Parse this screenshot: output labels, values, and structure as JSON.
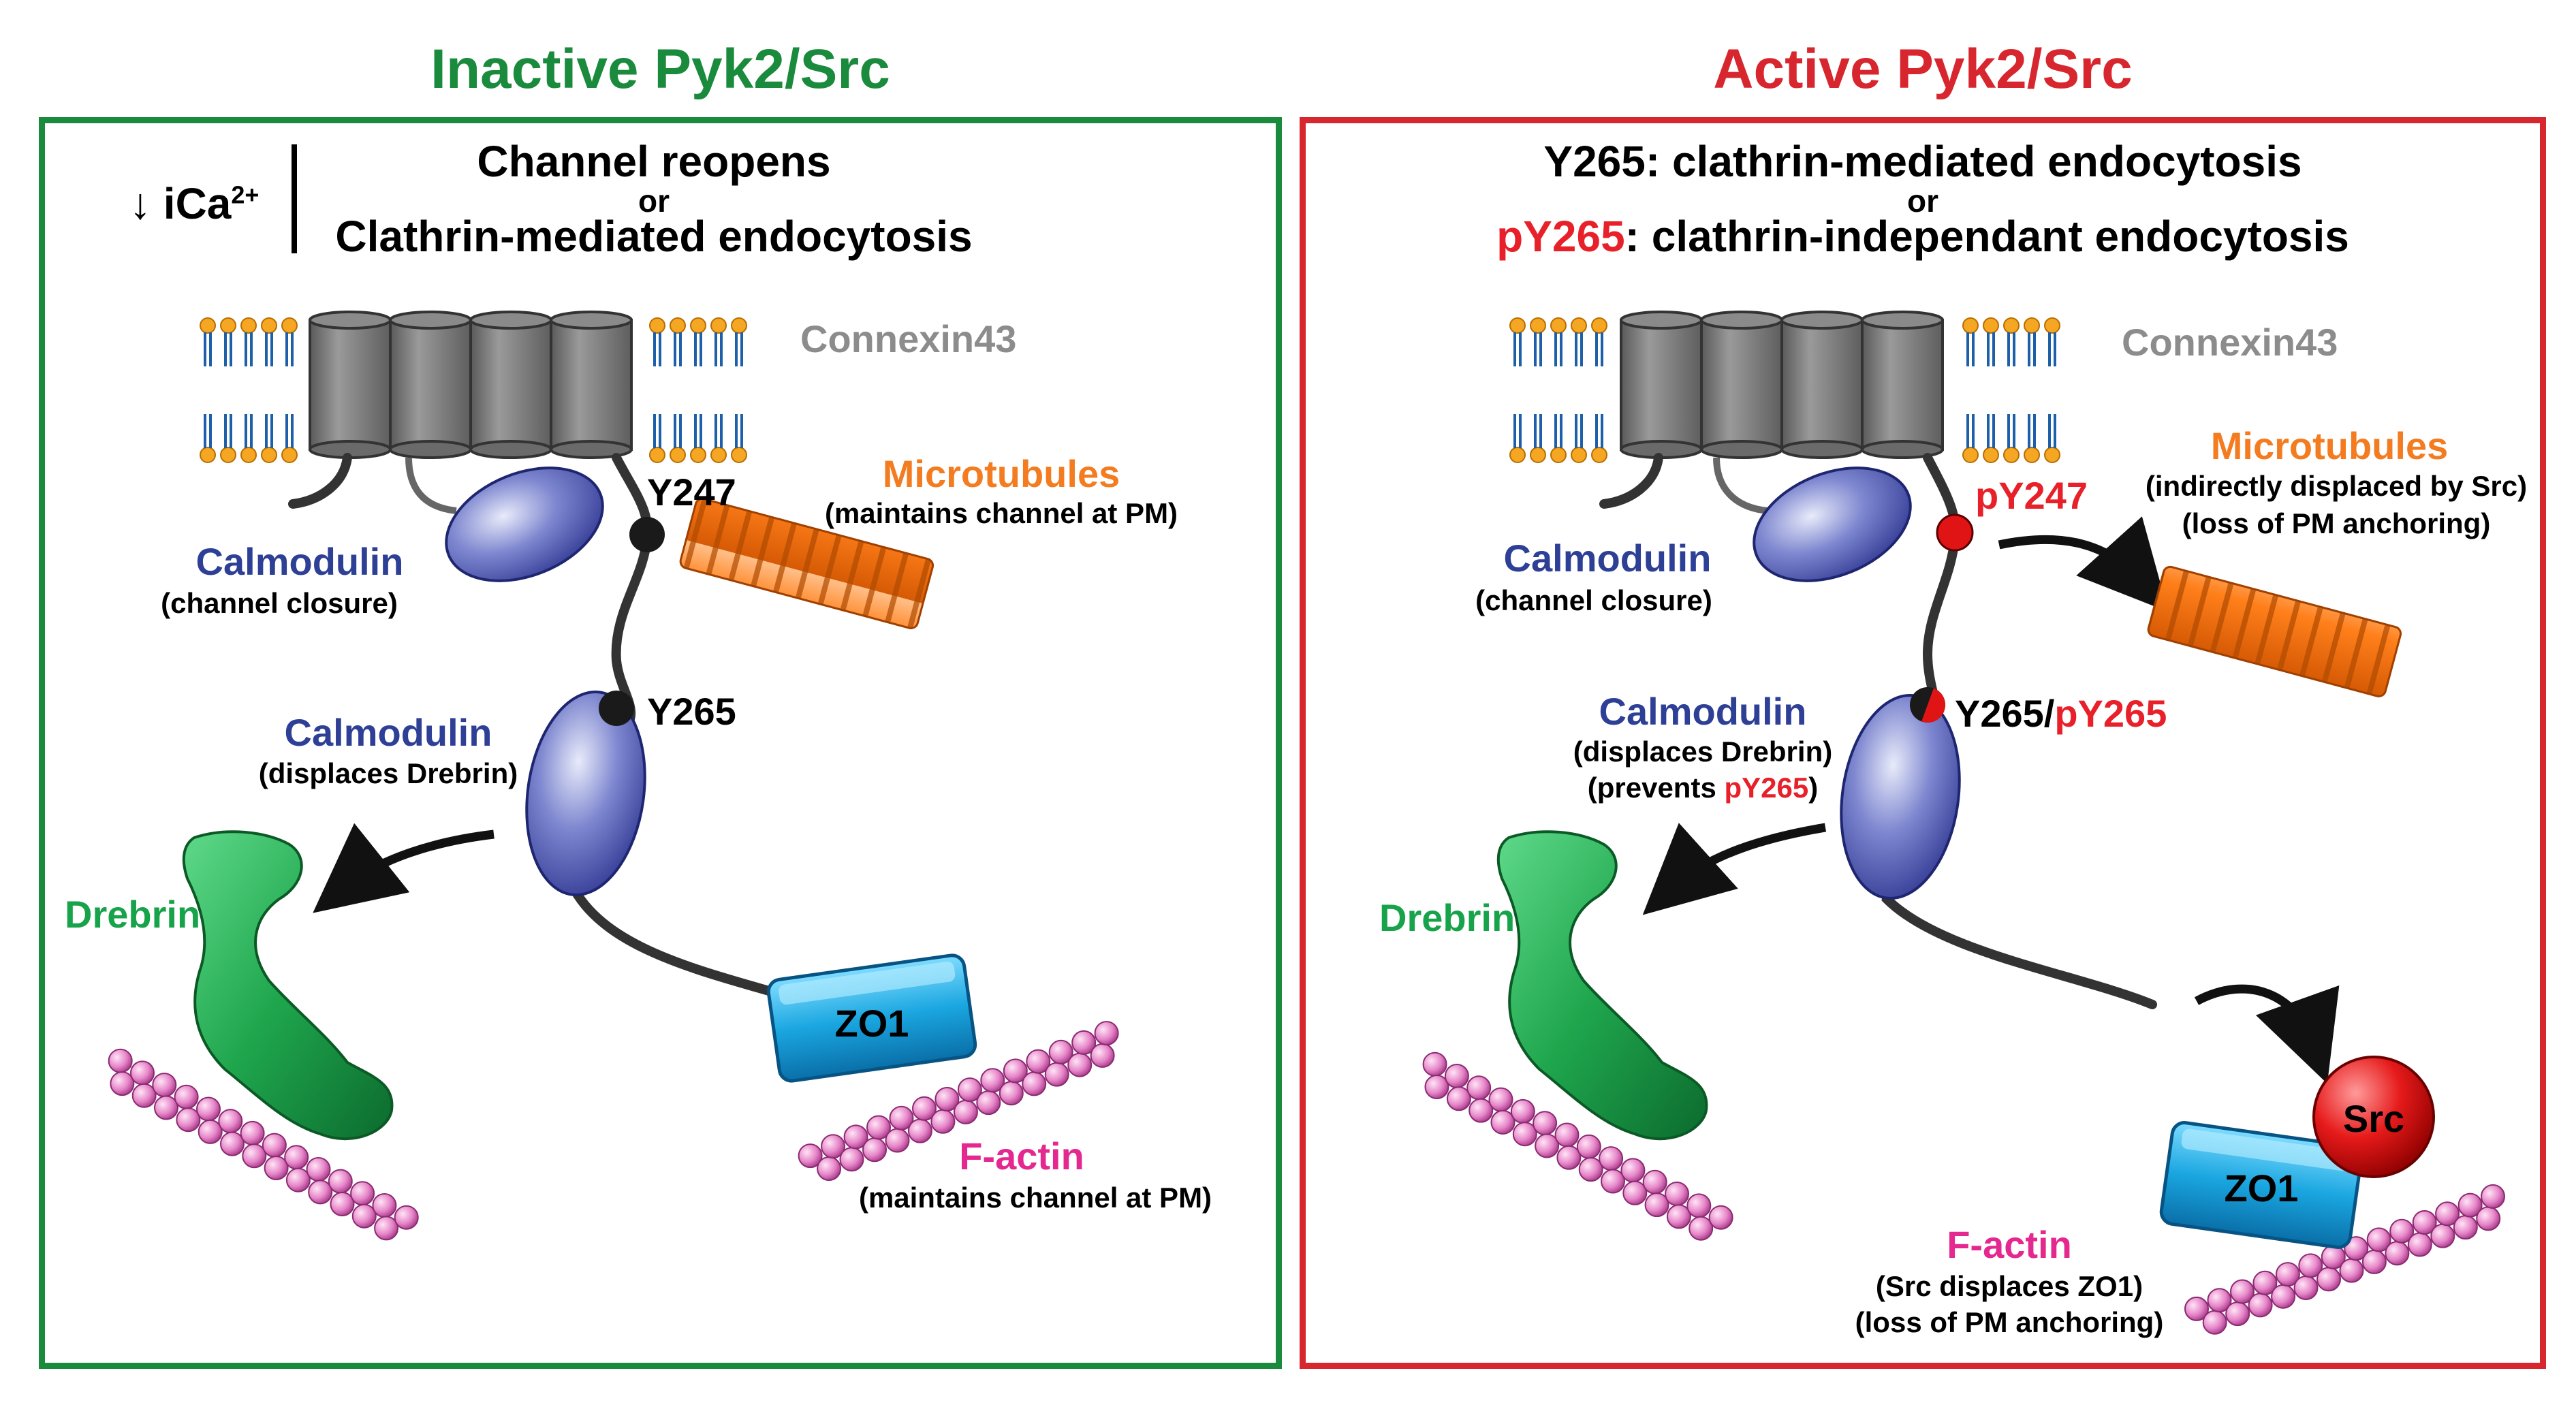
{
  "colors": {
    "inactive": "#1a8a3c",
    "active": "#d7262e",
    "calmodulin": "#2e3f96",
    "microtubules": "#f47c20",
    "factin": "#e4288f",
    "drebrin": "#17a34a",
    "connexin": "#8c8c8c",
    "zo1": "#1aa6e0",
    "src": "#e01414"
  },
  "inactive": {
    "title": "Inactive Pyk2/Src",
    "ica_label": "iCa",
    "ica_sup": "2+",
    "ica_arrow": "↓",
    "header_line1": "Channel reopens",
    "header_or": "or",
    "header_line2": "Clathrin-mediated endocytosis",
    "connexin_label": "Connexin43",
    "microtubules_label": "Microtubules",
    "microtubules_sub": "(maintains channel at PM)",
    "calmodulin1_label": "Calmodulin",
    "calmodulin1_sub": "(channel closure)",
    "y247_label": "Y247",
    "y265_label": "Y265",
    "calmodulin2_label": "Calmodulin",
    "calmodulin2_sub": "(displaces Drebrin)",
    "drebrin_label": "Drebrin",
    "zo1_label": "ZO1",
    "factin_label": "F-actin",
    "factin_sub": "(maintains channel at PM)"
  },
  "active": {
    "title": "Active Pyk2/Src",
    "header_line1": "Y265: clathrin-mediated endocytosis",
    "header_or": "or",
    "header_line2_prefix": "pY265",
    "header_line2_rest": ": clathrin-independant endocytosis",
    "connexin_label": "Connexin43",
    "microtubules_label": "Microtubules",
    "microtubules_sub1": "(indirectly displaced by Src)",
    "microtubules_sub2": "(loss of PM anchoring)",
    "calmodulin1_label": "Calmodulin",
    "calmodulin1_sub": "(channel closure)",
    "py247_label": "pY247",
    "y265_label": "Y265/",
    "py265_label": "pY265",
    "calmodulin2_label": "Calmodulin",
    "calmodulin2_sub1": "(displaces Drebrin)",
    "calmodulin2_sub2_prefix": "(prevents ",
    "calmodulin2_sub2_red": "pY265",
    "calmodulin2_sub2_suffix": ")",
    "drebrin_label": "Drebrin",
    "zo1_label": "ZO1",
    "src_label": "Src",
    "factin_label": "F-actin",
    "factin_sub1": "(Src displaces ZO1)",
    "factin_sub2": "(loss of PM anchoring)"
  }
}
